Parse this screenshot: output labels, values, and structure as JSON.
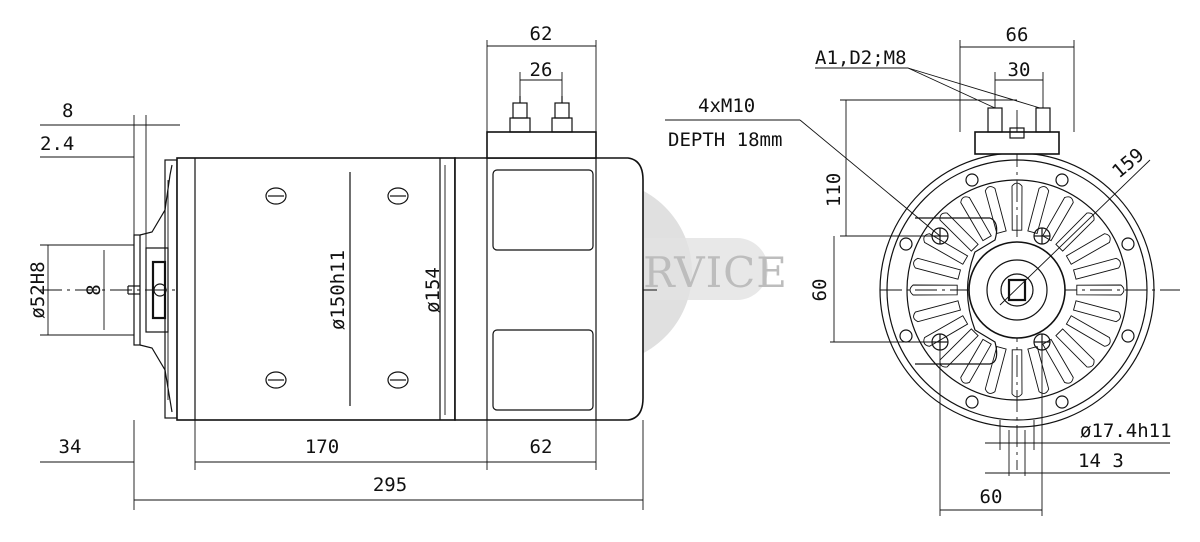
{
  "watermark": {
    "text": "TRADE SERVICE",
    "color": "#cfcfcf"
  },
  "side_view": {
    "dims": {
      "shaft_len": "8",
      "flange_offset": "2.4",
      "pilot_dia": "ø52H8",
      "key_width": "8",
      "body_dia": "ø150h11",
      "cover_dia": "ø154",
      "terminal_box_width": "62",
      "terminal_spacing": "26",
      "front_len": "34",
      "body_len": "170",
      "cover_len": "62",
      "overall_len": "295"
    }
  },
  "end_view": {
    "dims": {
      "terminals": "A1,D2;M8",
      "box_width": "66",
      "terminal_spacing": "30",
      "mount_holes": "4xM10",
      "hole_depth": "DEPTH 18mm",
      "bolt_circle": "159",
      "vertical_spacing": "110",
      "horizontal_offset": "60",
      "shaft_dia": "ø17.4h11",
      "key_height": "14 3",
      "bottom_offset": "60"
    }
  }
}
